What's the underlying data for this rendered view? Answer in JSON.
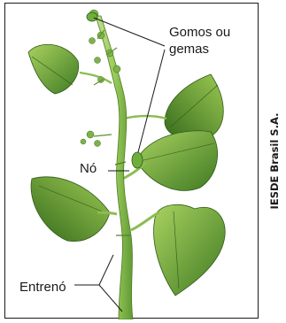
{
  "labels": {
    "gomos_line1": "Gomos ou",
    "gomos_line2": "gemas",
    "no": "Nó",
    "entreno": "Entrenó"
  },
  "credit": "IESDE Brasil S.A.",
  "colors": {
    "leaf_light": "#8fbf4a",
    "leaf_dark": "#3f7a22",
    "stem": "#a8cf6a",
    "bud": "#6fae3c",
    "line": "#1a1a1a"
  }
}
